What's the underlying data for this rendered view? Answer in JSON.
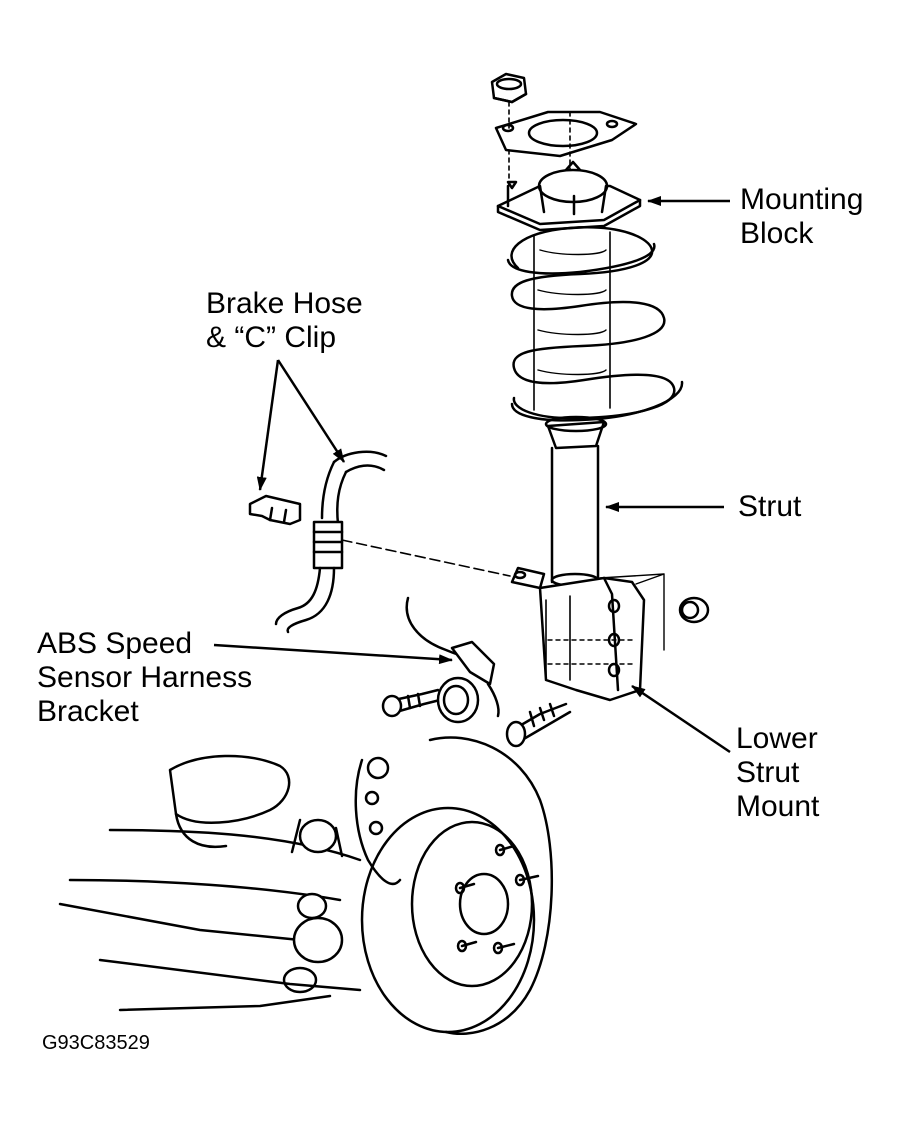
{
  "labels": {
    "mounting_block": [
      "Mounting",
      "Block"
    ],
    "brake_hose": [
      "Brake Hose",
      "& “C” Clip"
    ],
    "strut": [
      "Strut"
    ],
    "abs_bracket": [
      "ABS Speed",
      "Sensor Harness",
      "Bracket"
    ],
    "lower_mount": [
      "Lower",
      "Strut",
      "Mount"
    ]
  },
  "figure_code": "G93C83529"
}
